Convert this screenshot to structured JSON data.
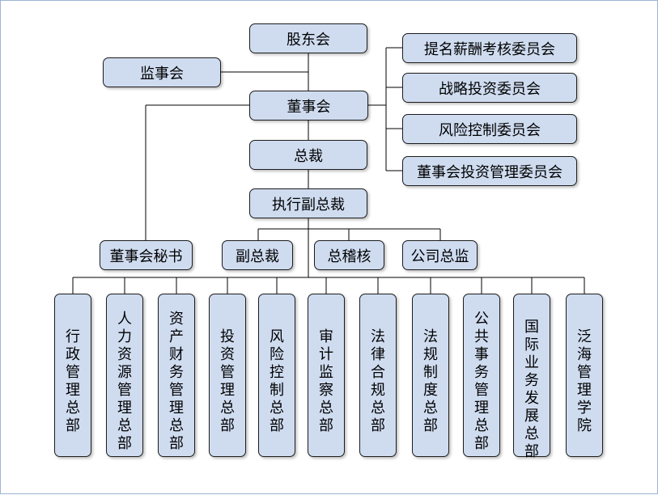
{
  "org_chart": {
    "shareholders": "股东会",
    "supervisors": "监事会",
    "board": "董事会",
    "president": "总裁",
    "exec_vp": "执行副总裁",
    "committees": [
      "提名薪酬考核委员会",
      "战略投资委员会",
      "风险控制委员会",
      "董事会投资管理委员会"
    ],
    "mid_level": [
      "董事会秘书",
      "副总裁",
      "总稽核",
      "公司总监"
    ],
    "departments": [
      "行政管理总部",
      "人力资源管理总部",
      "资产财务管理总部",
      "投资管理总部",
      "风险控制总部",
      "审计监察总部",
      "法律合规总部",
      "法规制度总部",
      "公共事务管理总部",
      "国际业务发展总部",
      "泛海管理学院"
    ]
  }
}
